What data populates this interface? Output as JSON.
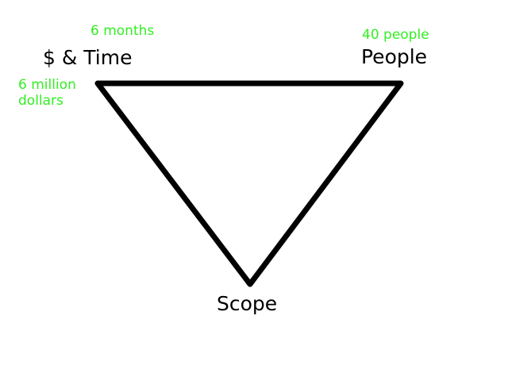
{
  "diagram": {
    "type": "triangle",
    "stroke_color": "#000000",
    "annotation_color": "#33ee22",
    "vertices": {
      "left": {
        "label": "$ & Time",
        "annotations": [
          "6 months",
          "6 million\ndollars"
        ]
      },
      "right": {
        "label": "People",
        "annotations": [
          "40 people"
        ]
      },
      "bottom": {
        "label": "Scope",
        "annotations": []
      }
    }
  }
}
